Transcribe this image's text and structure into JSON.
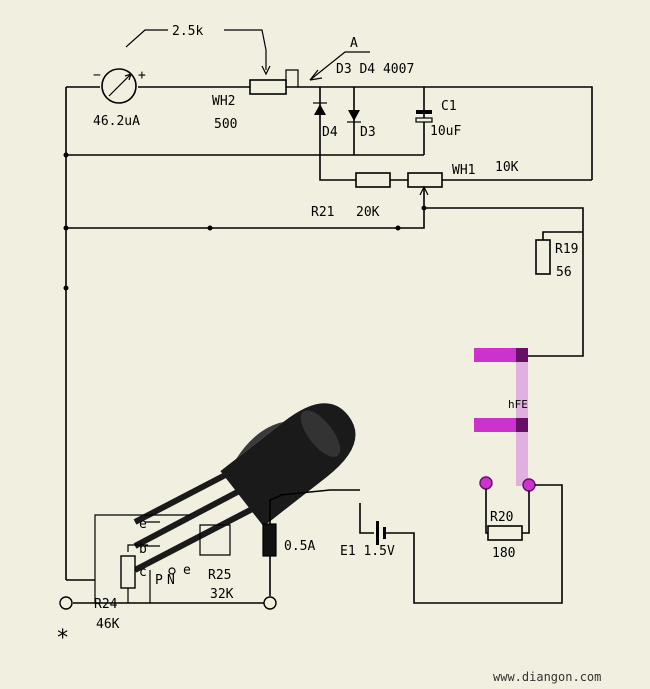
{
  "labels": {
    "pot_value_top": "2.5k",
    "node_a": "A",
    "diodes_title": "D3 D4 4007",
    "meter_minus": "−",
    "meter_plus": "+",
    "meter_rating": "46.2uA",
    "wh2_name": "WH2",
    "wh2_value": "500",
    "d4_label": "D4",
    "d3_label": "D3",
    "c1_name": "C1",
    "c1_value": "10uF",
    "wh1_name": "WH1",
    "wh1_value": "10K",
    "r21_name": "R21",
    "r21_value": "20K",
    "r19_name": "R19",
    "r19_value": "56",
    "hfe_label": "hFE",
    "r20_name": "R20",
    "r20_value": "180",
    "fuse_rating": "0.5A",
    "battery_label": "E1 1.5V",
    "r25_name": "R25",
    "r25_value": "32K",
    "r24_name": "R24",
    "r24_value": "46K",
    "pin_e": "e",
    "pin_b": "b",
    "pin_c": "c",
    "pin_p": "P",
    "pin_n": "N",
    "pin_e2": "e",
    "asterisk": "*",
    "watermark": "www.diangon.com"
  },
  "colors": {
    "background": "#f1f0e0",
    "wire": "#000000",
    "socket_magenta": "#cc33cc",
    "socket_dark": "#661166",
    "socket_highlight": "#e0b0e0",
    "transistor_body": "#1a1a1a"
  }
}
